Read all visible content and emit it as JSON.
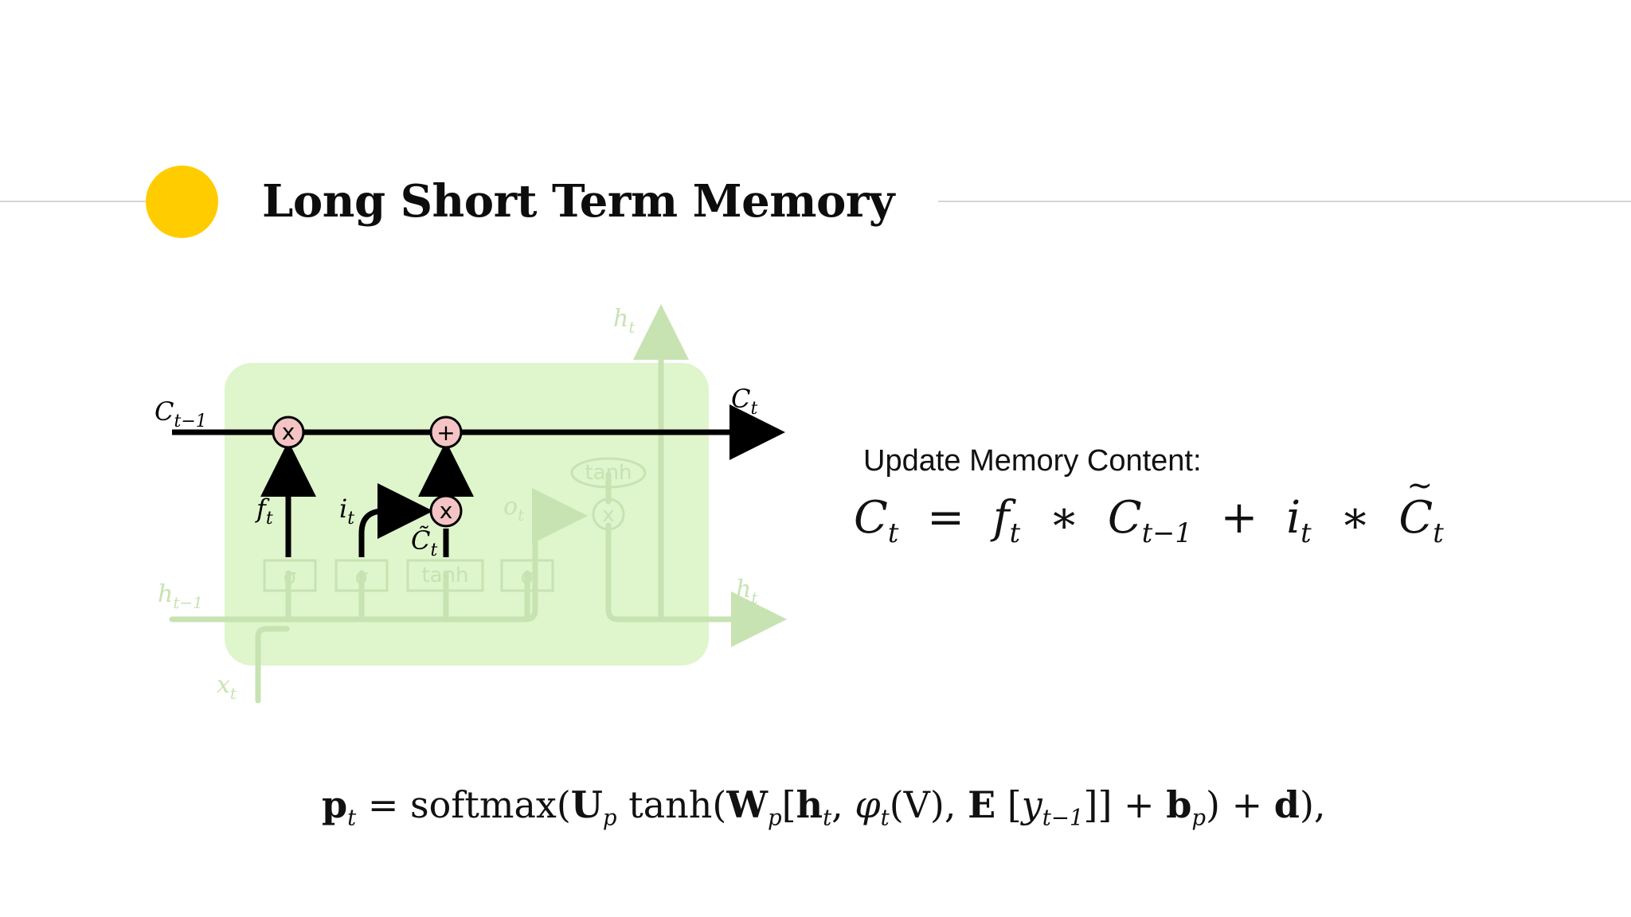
{
  "slide": {
    "title": "Long Short Term Memory",
    "accent_color": "#ffcc00",
    "rule_color": "#d6d6d6"
  },
  "diagram": {
    "cell_color": "#dff5cc",
    "faded_color": "#c7e3b2",
    "gate_op_color": "#f4c4c4",
    "labels": {
      "c_prev": "C",
      "c_prev_sub": "t−1",
      "c_out": "C",
      "c_out_sub": "t",
      "h_top": "h",
      "h_top_sub": "t",
      "h_prev": "h",
      "h_prev_sub": "t−1",
      "h_right": "h",
      "h_right_sub": "t",
      "x_in": "x",
      "x_in_sub": "t",
      "f_gate": "f",
      "f_gate_sub": "t",
      "i_gate": "i",
      "i_gate_sub": "t",
      "o_gate": "o",
      "o_gate_sub": "t",
      "c_tilde": "C̃",
      "c_tilde_sub": "t"
    },
    "ops": {
      "multiply": "x",
      "add": "+"
    },
    "layers": {
      "sigma": "σ",
      "tanh": "tanh"
    },
    "pointwise_tanh": "tanh"
  },
  "memory": {
    "label": "Update Memory Content:",
    "equation": {
      "lhs": "C",
      "lhs_sub": "t",
      "eq": "=",
      "f": "f",
      "f_sub": "t",
      "times1": "∗",
      "c_prev": "C",
      "c_prev_sub": "t−1",
      "plus": "+",
      "i": "i",
      "i_sub": "t",
      "times2": "∗",
      "c_tilde": "C",
      "c_tilde_sub": "t"
    }
  },
  "output_formula": {
    "p": "p",
    "p_sub": "t",
    "part1": " = softmax(",
    "U": "U",
    "U_sub": "p",
    "part2": " tanh(",
    "W": "W",
    "W_sub": "p",
    "part3": "[",
    "h": "h",
    "h_sub": "t",
    "part4": ", ",
    "phi": "φ",
    "phi_sub": "t",
    "part5": "(V), ",
    "E": "E",
    "part6": " [",
    "y": "y",
    "y_sub": "t−1",
    "part7": "]] + ",
    "b": "b",
    "b_sub": "p",
    "part8": ") + ",
    "d": "d",
    "part9": "),"
  }
}
